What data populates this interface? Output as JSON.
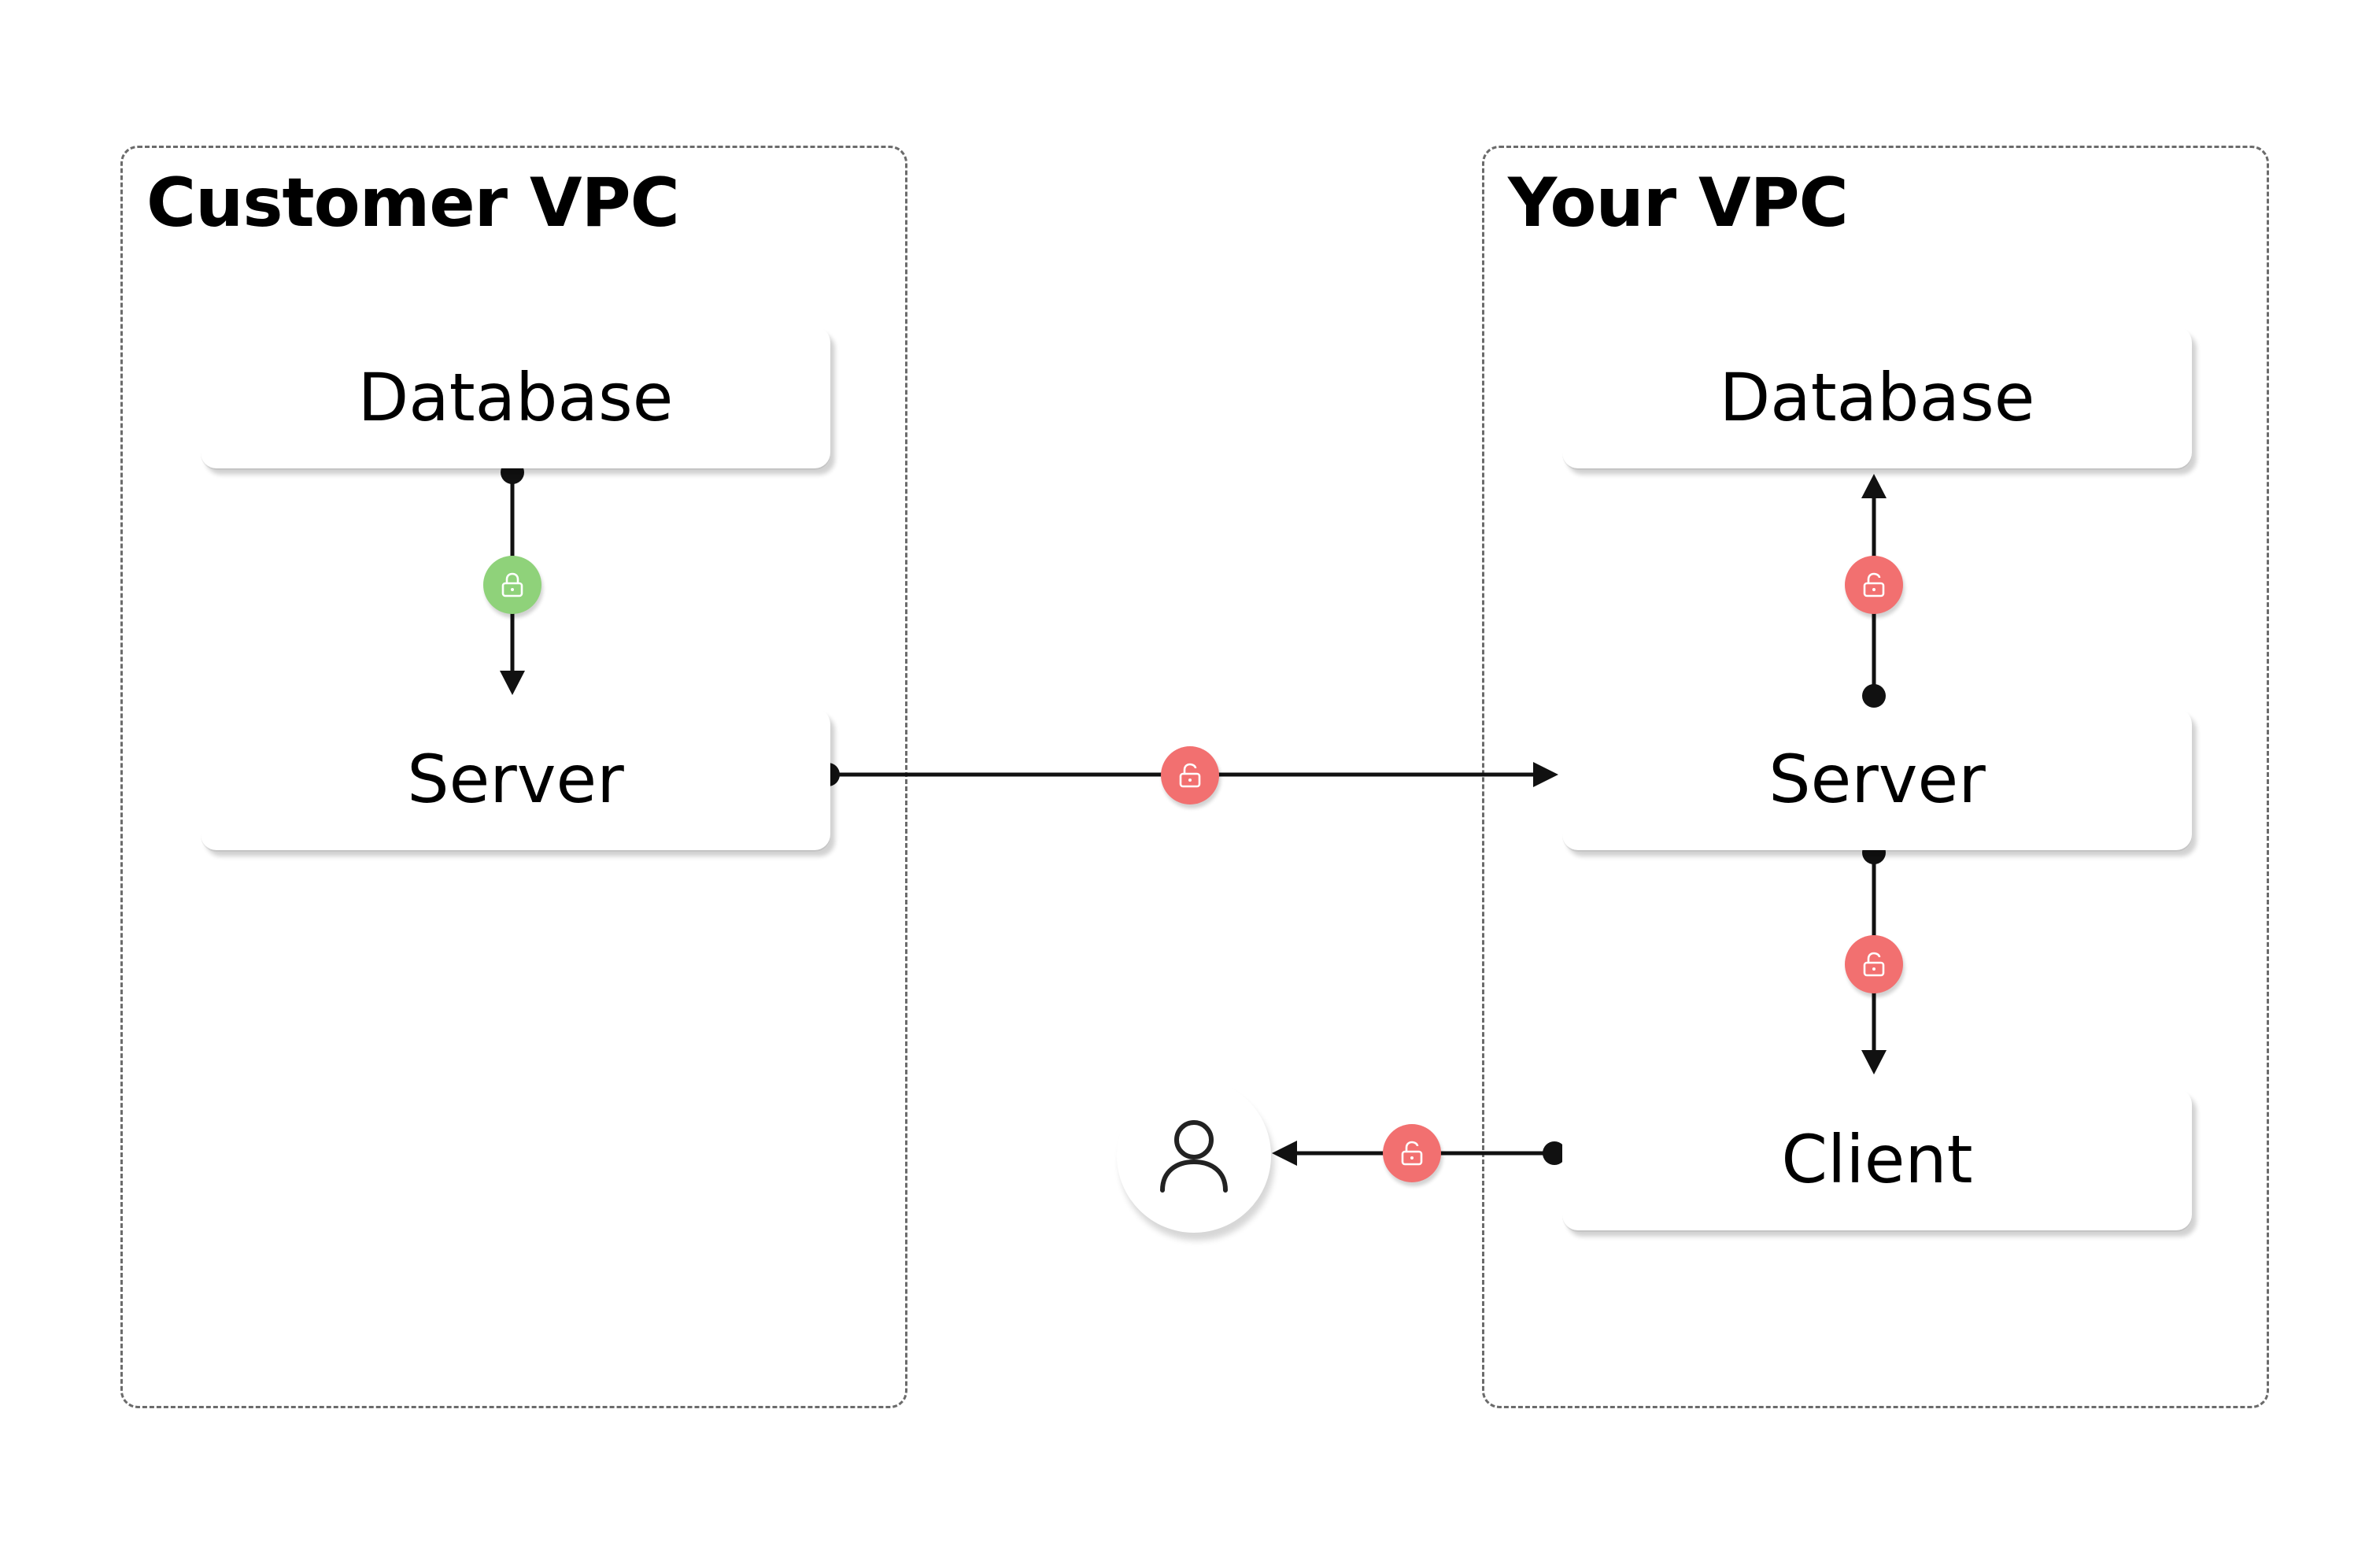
{
  "customer_vpc": {
    "title": "Customer VPC",
    "database_label": "Database",
    "server_label": "Server"
  },
  "your_vpc": {
    "title": "Your VPC",
    "database_label": "Database",
    "server_label": "Server",
    "client_label": "Client"
  },
  "colors": {
    "locked": "#8fd27a",
    "unlocked": "#f27070",
    "line": "#111111",
    "border": "#6b6b6b"
  },
  "connections": [
    {
      "from": "Customer VPC Database",
      "to": "Customer VPC Server",
      "status": "locked"
    },
    {
      "from": "Your VPC Server",
      "to": "Your VPC Database",
      "status": "unlocked"
    },
    {
      "from": "Customer VPC Server",
      "to": "Your VPC Server",
      "status": "unlocked"
    },
    {
      "from": "Your VPC Server",
      "to": "Your VPC Client",
      "status": "unlocked"
    },
    {
      "from": "Your VPC Client",
      "to": "User",
      "status": "unlocked"
    }
  ],
  "icons": {
    "user": "user-icon",
    "locked": "lock-closed-icon",
    "unlocked": "lock-open-icon"
  }
}
